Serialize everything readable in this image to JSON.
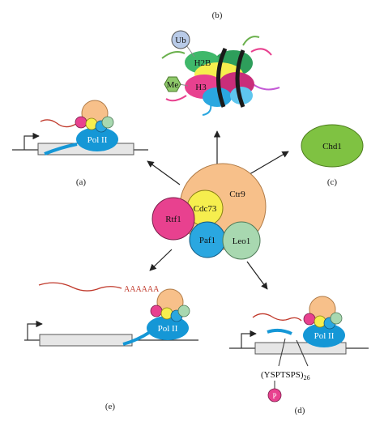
{
  "panels": {
    "a": "(a)",
    "b": "(b)",
    "c": "(c)",
    "d": "(d)",
    "e": "(e)"
  },
  "complex": {
    "ctr9": "Ctr9",
    "cdc73": "Cdc73",
    "rtf1": "Rtf1",
    "paf1": "Paf1",
    "leo1": "Leo1"
  },
  "nucleosome": {
    "ub": "Ub",
    "h2b": "H2B",
    "me": "Me",
    "h3": "H3"
  },
  "chd1": "Chd1",
  "pol2": "Pol II",
  "polya": "AAAAAA",
  "ctd_repeat": "(YSPTSPS)",
  "ctd_subscript": "26",
  "phospho": "P",
  "colors": {
    "ctr9": "#f7c08a",
    "cdc73": "#f6ee4e",
    "rtf1": "#e8418f",
    "paf1": "#2aa7e0",
    "leo1": "#a8d8b0",
    "pol2": "#1597d6",
    "chd1": "#7fc242",
    "rna": "#c0392b"
  }
}
